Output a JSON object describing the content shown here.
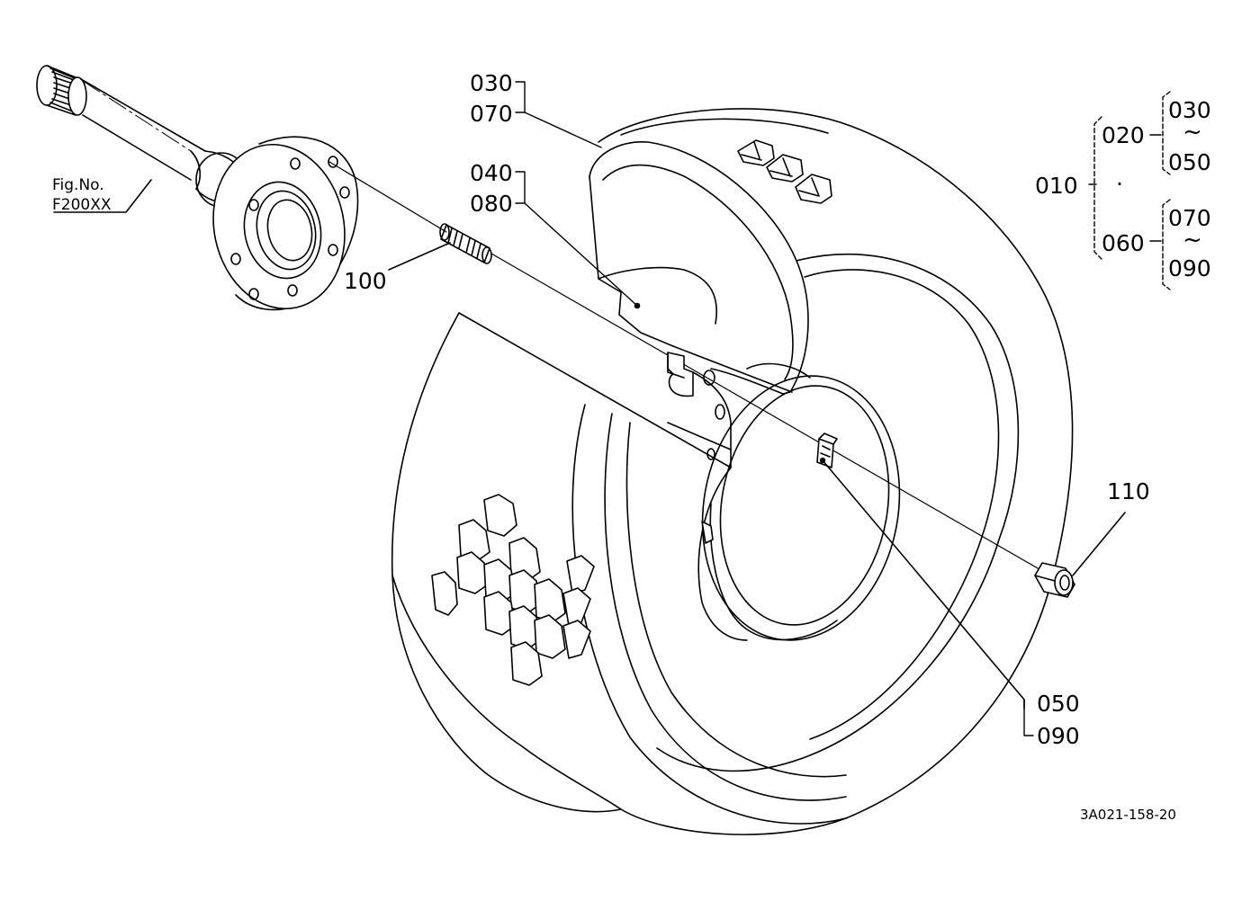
{
  "diagram": {
    "fig_ref": {
      "line1": "Fig.No.",
      "line2": "F200XX"
    },
    "drawing_code": "3A021-158-20",
    "callouts": {
      "c030": "030",
      "c070": "070",
      "c040": "040",
      "c080": "080",
      "c100": "100",
      "c110": "110",
      "c050": "050",
      "c090": "090"
    },
    "tree": {
      "root": "010",
      "upper": "020",
      "upper_from": "030",
      "upper_to": "050",
      "lower": "060",
      "lower_from": "070",
      "lower_to": "090",
      "range_mark": "~",
      "separator": "·"
    }
  }
}
